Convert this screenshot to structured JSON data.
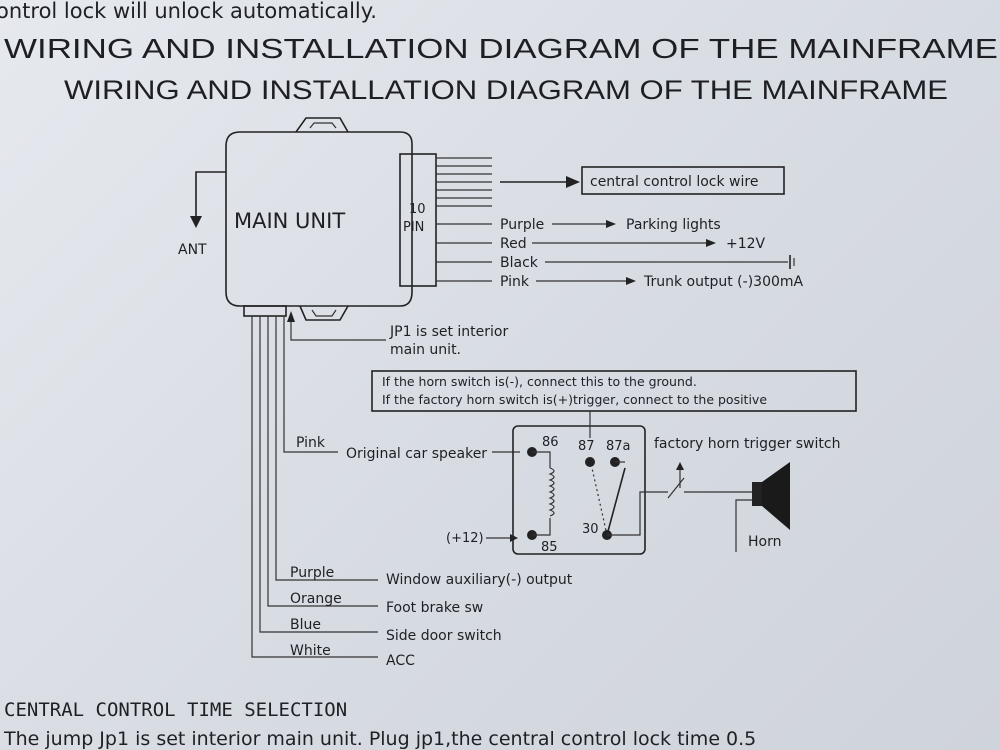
{
  "page": {
    "top_partial_text": "ontrol lock will unlock automatically.",
    "title_bleed": "WIRING AND INSTALLATION DIAGRAM OF THE MAINFRAME",
    "title": "WIRING AND INSTALLATION DIAGRAM OF THE MAINFRAME"
  },
  "main_unit": {
    "label": "MAIN UNIT",
    "pin_label_line1": "10",
    "pin_label_line2": "PIN",
    "ant_label": "ANT",
    "central_lock_label": "central control lock wire",
    "jp1_line1": "JP1 is set interior",
    "jp1_line2": "main unit."
  },
  "right_wires": [
    {
      "color_name": "Purple",
      "target": "Parking lights"
    },
    {
      "color_name": "Red",
      "target": "+12V"
    },
    {
      "color_name": "Black",
      "target": ""
    },
    {
      "color_name": "Pink",
      "target": "Trunk output (-)300mA"
    }
  ],
  "horn_note": {
    "line1": "If the horn switch is(-), connect this to the ground.",
    "line2": "If the factory horn switch is(+)trigger, connect  to the positive"
  },
  "relay": {
    "pin_86": "86",
    "pin_87": "87",
    "pin_87a": "87a",
    "pin_30": "30",
    "pin_85": "85",
    "plus12": "(+12)",
    "trigger_label": "factory horn trigger switch",
    "horn_label": "Horn"
  },
  "bottom_wires": [
    {
      "color_name": "Pink",
      "target": "Original car speaker"
    },
    {
      "color_name": "Purple",
      "target": "Window auxiliary(-) output"
    },
    {
      "color_name": "Orange",
      "target": "Foot brake sw"
    },
    {
      "color_name": "Blue",
      "target": "Side door switch"
    },
    {
      "color_name": "White",
      "target": "ACC"
    }
  ],
  "footer": {
    "section_title": "CENTRAL CONTROL TIME SELECTION",
    "body_partial": "The jump Jp1 is set interior main unit. Plug jp1,the central control lock time 0.5"
  }
}
